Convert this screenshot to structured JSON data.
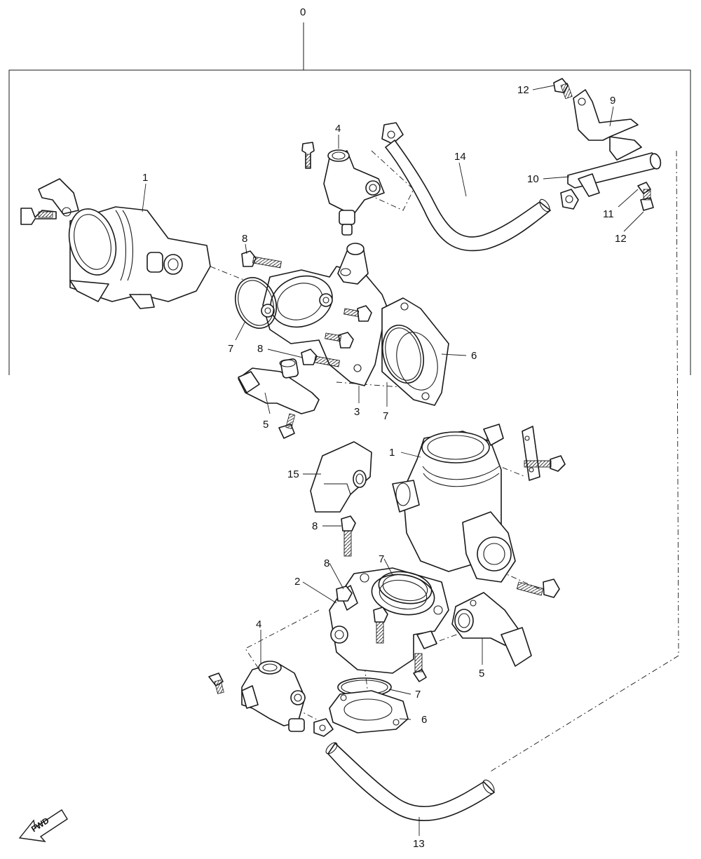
{
  "diagram": {
    "labels": {
      "assembly": "0",
      "throttle_body_upper": "1",
      "throttle_body_lower": "1",
      "throttle_housing_lower": "2",
      "throttle_housing_upper": "3",
      "injector_upper": "4",
      "injector_lower": "4",
      "sensor_upper": "5",
      "sensor_lower": "5",
      "gasket_upper": "6",
      "gasket_lower": "6",
      "oring_upper_a": "7",
      "oring_upper_b": "7",
      "oring_lower_a": "7",
      "oring_lower_b": "7",
      "bolt_upper_a": "8",
      "bolt_upper_b": "8",
      "bolt_lower_a": "8",
      "bolt_lower_b": "8",
      "bracket": "9",
      "pipe": "10",
      "clip": "11",
      "screw_top": "12",
      "screw_right": "12",
      "hose_lower": "13",
      "hose_upper": "14",
      "position_sensor": "15",
      "fwd": "FWD"
    }
  }
}
